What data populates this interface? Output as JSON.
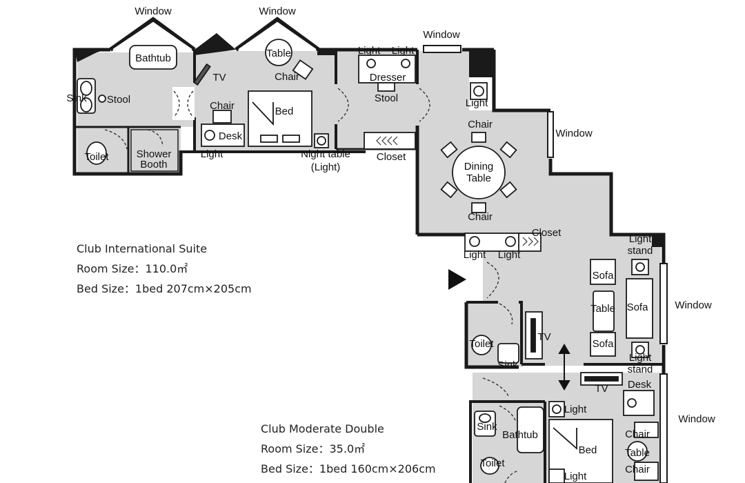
{
  "suite": {
    "name": "Club International Suite",
    "room_size": "Room Size：110.0㎡",
    "bed_size": "Bed Size：1bed 207cm×205cm"
  },
  "double": {
    "name": "Club Moderate Double",
    "room_size": "Room Size：35.0㎡",
    "bed_size": "Bed Size：1bed 160cm×206cm"
  },
  "labels": {
    "window": "Window",
    "bathtub": "Bathtub",
    "sink": "Sink",
    "stool": "Stool",
    "toilet": "Toilet",
    "shower": "Shower",
    "booth": "Booth",
    "tv": "TV",
    "table": "Table",
    "chair": "Chair",
    "bed": "Bed",
    "desk": "Desk",
    "light": "Light",
    "night_table": "Night table",
    "night_table_sub": "(Light)",
    "dresser": "Dresser",
    "closet": "Closet",
    "dining": "Dining",
    "dining_table": "Table",
    "light_stand_1": "Light",
    "light_stand_2": "stand",
    "sofa": "Sofa"
  },
  "colors": {
    "floor": "#d6d6d6",
    "wall": "#1a1a1a",
    "furniture": "#ffffff"
  }
}
